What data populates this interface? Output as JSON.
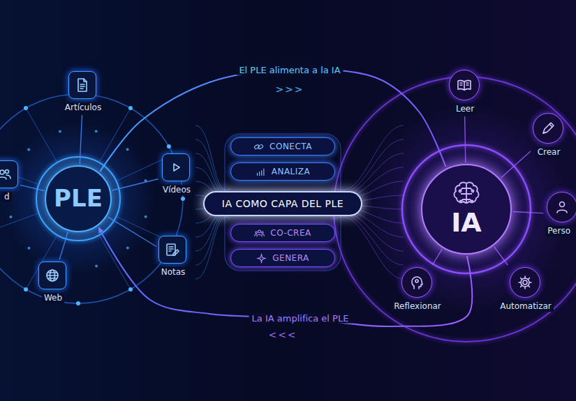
{
  "diagram": {
    "nodes": [
      {
        "text": [
          "PLE"
        ]
      },
      {
        "text": [
          "Artículos"
        ]
      },
      {
        "text": [
          "Vídeos"
        ]
      },
      {
        "text": [
          "Notas"
        ]
      },
      {
        "text": [
          "Web"
        ]
      },
      {
        "text": [
          "d"
        ]
      },
      {
        "text": [
          "CONECTA"
        ]
      },
      {
        "text": [
          "ANALIZA"
        ]
      },
      {
        "text": [
          "IA COMO CAPA DEL PLE"
        ]
      },
      {
        "text": [
          "CO-CREA"
        ]
      },
      {
        "text": [
          "GENERA"
        ]
      },
      {
        "text": [
          "IA"
        ]
      },
      {
        "text": [
          "Leer"
        ]
      },
      {
        "text": [
          "Crear"
        ]
      },
      {
        "text": [
          "Perso"
        ]
      },
      {
        "text": [
          "Automatizar"
        ]
      },
      {
        "text": [
          "Reflexionar"
        ]
      }
    ],
    "edges": [
      {
        "from": 0,
        "to": 1,
        "arrow": "none"
      },
      {
        "from": 0,
        "to": 2,
        "arrow": "none"
      },
      {
        "from": 0,
        "to": 3,
        "arrow": "none"
      },
      {
        "from": 0,
        "to": 4,
        "arrow": "none"
      },
      {
        "from": 0,
        "to": 5,
        "arrow": "none"
      },
      {
        "from": 11,
        "to": 12,
        "arrow": "none"
      },
      {
        "from": 11,
        "to": 13,
        "arrow": "none"
      },
      {
        "from": 11,
        "to": 14,
        "arrow": "none"
      },
      {
        "from": 11,
        "to": 15,
        "arrow": "none"
      },
      {
        "from": 11,
        "to": 16,
        "arrow": "none"
      },
      {
        "from": 0,
        "to": 11,
        "label": "El PLE alimenta a la IA",
        "arrow": "none"
      },
      {
        "from": 11,
        "to": 0,
        "label": "La IA amplifica el PLE",
        "arrow": "to"
      }
    ],
    "labels": [
      ">>>",
      "<<<"
    ]
  }
}
